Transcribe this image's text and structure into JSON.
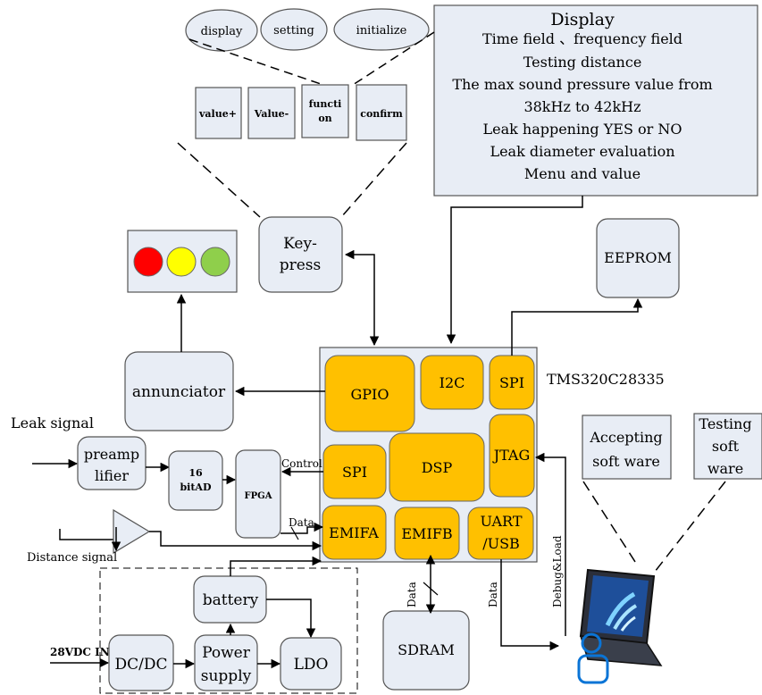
{
  "display": {
    "title": "Display",
    "title_color": "#ff0000",
    "lines": [
      "Time field 、frequency field",
      "Testing distance",
      "The max sound pressure value from",
      "38kHz to 42kHz",
      "Leak happening YES or NO",
      "Leak diameter evaluation",
      "Menu and value"
    ]
  },
  "modes": [
    "display",
    "setting",
    "initialize"
  ],
  "keys": [
    "value+",
    "Value-",
    "functi",
    "on",
    "confirm"
  ],
  "keypress": [
    "Key-",
    "press"
  ],
  "eeprom": "EEPROM",
  "annunciator": "annunciator",
  "lights": [
    "#ff0000",
    "#ffff00",
    "#8fcf4b"
  ],
  "chip": {
    "name": "TMS320C28335",
    "blocks": {
      "gpio": "GPIO",
      "i2c": "I2C",
      "spi_top": "SPI",
      "spi_left": "SPI",
      "dsp": "DSP",
      "jtag": "JTAG",
      "emifa": "EMIFA",
      "emifb": "EMIFB",
      "uart1": "UART",
      "uart2": "/USB"
    },
    "block_color": "#ffc000"
  },
  "signals": {
    "leak": "Leak signal",
    "distance": "Distance signal",
    "control": "Control",
    "data_fpga": "Data",
    "data_sdram": "Data",
    "data_uart": "Data",
    "debug": "Debug&Load",
    "vin": "28VDC IN"
  },
  "preamp": [
    "preamp",
    "lifier"
  ],
  "ad": [
    "16",
    "bitAD"
  ],
  "fpga": "FPGA",
  "power": {
    "battery": "battery",
    "dcdc": "DC/DC",
    "supply": [
      "Power",
      "supply"
    ],
    "ldo": "LDO"
  },
  "sdram": "SDRAM",
  "software": {
    "accepting": [
      "Accepting",
      "soft ware"
    ],
    "testing": [
      "Testing",
      "soft",
      "ware"
    ]
  },
  "colors": {
    "box_fill": "#e8edf5",
    "box_stroke": "#555555"
  }
}
